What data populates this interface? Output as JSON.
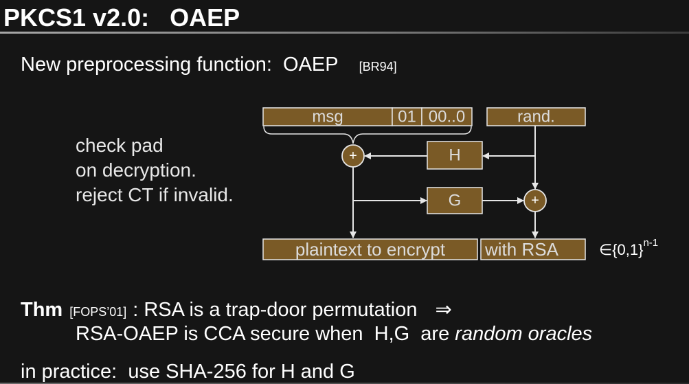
{
  "slide": {
    "title": "PKCS1 v2.0:   OAEP",
    "subtitle": "New preprocessing function:  OAEP",
    "subtitle_ref": "[BR94]",
    "side_note": {
      "line1": "check pad",
      "line2": "on decryption.",
      "line3": "reject CT if invalid."
    },
    "diagram": {
      "msg": "msg",
      "pad_01": "01",
      "pad_zeros": "00..0",
      "rand": "rand.",
      "hash_h": "H",
      "hash_g": "G",
      "xor_symbol": "+",
      "plaintext": "plaintext to encrypt",
      "with_rsa": "with RSA",
      "domain": "∈{0,1}",
      "domain_exponent": "n-1"
    },
    "theorem": {
      "label": "Thm",
      "ref": "[FOPS’01]",
      "statement": ": RSA is a trap-door permutation",
      "implies": "⇒",
      "conclusion": "RSA-OAEP is CCA secure when  H,G  are ",
      "conclusion_emphasis": "random oracles"
    },
    "practice": "in practice:  use SHA-256 for H and G"
  },
  "colors": {
    "background": "#151515",
    "text": "#ffffff",
    "box_fill": "#7a5a26",
    "box_border": "#e6e6e6",
    "box_text": "#dcdcdc",
    "arrow": "#e6e6e6"
  }
}
